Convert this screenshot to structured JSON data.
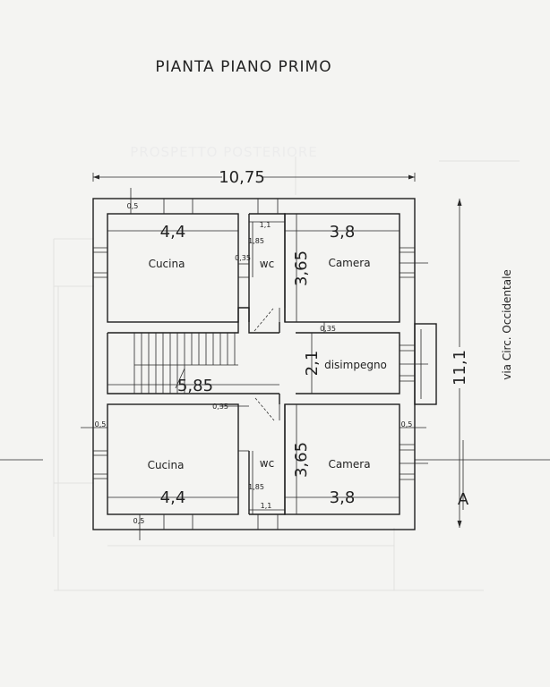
{
  "title": "PIANTA PIANO PRIMO",
  "ghost_title": "PROSPETTO POSTERIORE",
  "street": "via Circ. Occidentale",
  "section_mark": "A",
  "overall": {
    "width": "10,75",
    "depth": "11,1"
  },
  "rooms": {
    "top_kitchen": {
      "name": "Cucina",
      "width": "4,4"
    },
    "top_wc": {
      "name": "wc",
      "width": "1,1",
      "depth": "1,85",
      "wall": "0,35"
    },
    "top_bedroom": {
      "name": "Camera",
      "width": "3,8",
      "depth": "3,65"
    },
    "landing": {
      "name": "disimpegno",
      "depth": "2,1",
      "wall_top": "0,35",
      "wall_bottom": "0,35"
    },
    "stairs": {
      "width": "5,85"
    },
    "bottom_kitchen": {
      "name": "Cucina",
      "width": "4,4"
    },
    "bottom_wc": {
      "name": "wc",
      "width": "1,1",
      "depth": "1,85"
    },
    "bottom_bedroom": {
      "name": "Camera",
      "width": "3,8",
      "depth": "3,65"
    }
  },
  "wall_thickness": {
    "top": "0,5",
    "left": "0,5",
    "right": "0,5",
    "bottom": "0,5"
  }
}
